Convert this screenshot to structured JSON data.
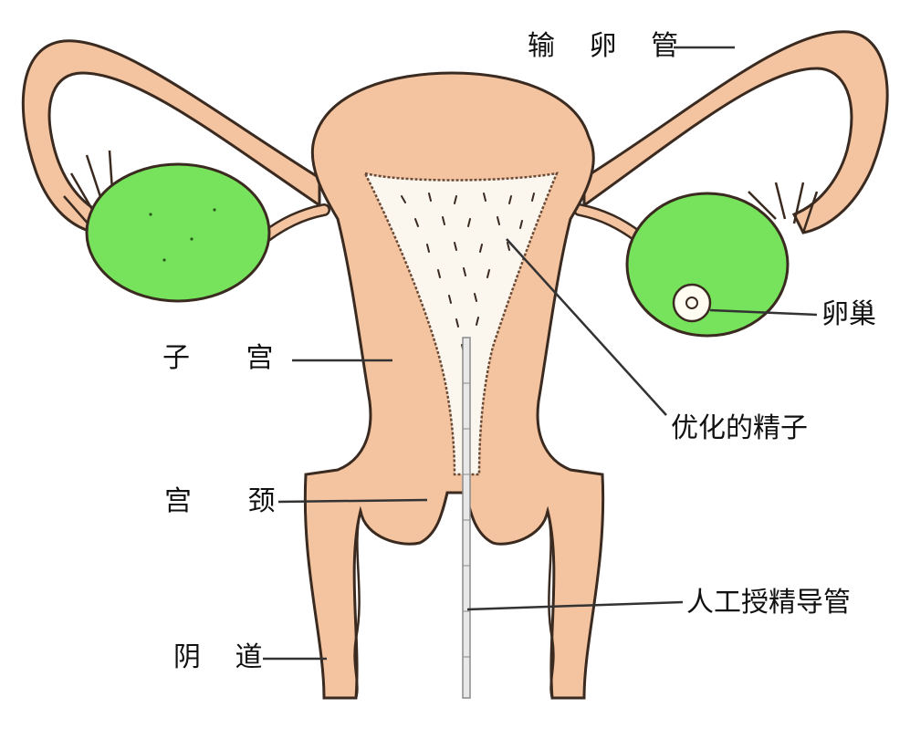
{
  "labels": {
    "fallopian_tube": "输 卵 管",
    "ovary": "卵巢",
    "uterus": "子 宫",
    "sperm": "优化的精子",
    "cervix": "宫 颈",
    "catheter": "人工授精导管",
    "vagina": "阴 道"
  },
  "colors": {
    "tissue": "#f4c4a0",
    "outline": "#3a2a20",
    "ovary": "#77e25c",
    "sperm_field": "#fbf6ee",
    "label_line": "#333333",
    "catheter": "#8a8a8a"
  }
}
